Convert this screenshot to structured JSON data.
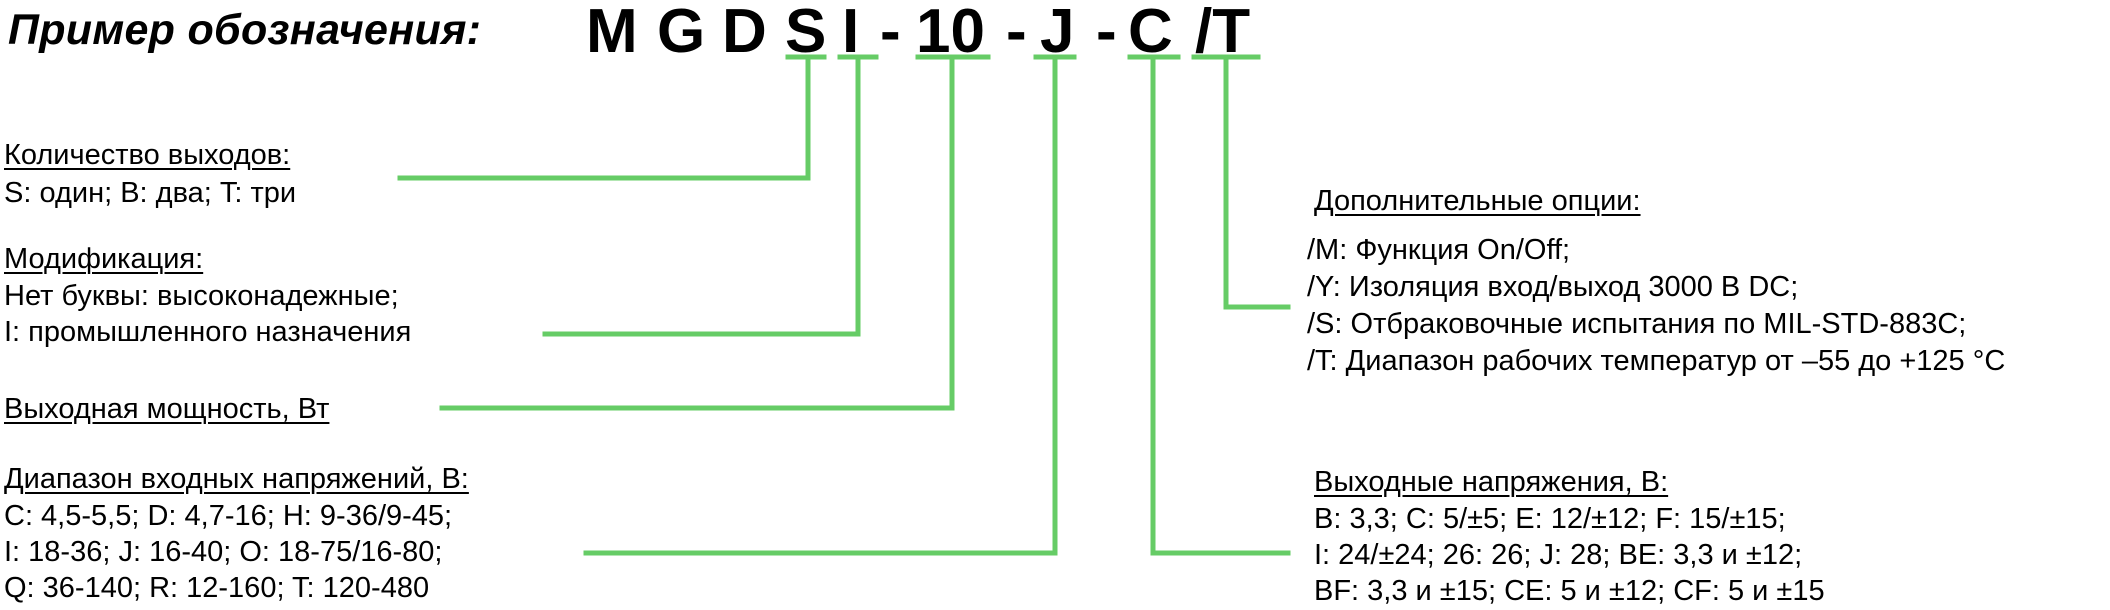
{
  "header": {
    "title": "Пример обозначения:",
    "code": [
      "M",
      "G",
      "D",
      "S",
      "I",
      "-",
      "10",
      "-",
      "J",
      "-",
      "C",
      "/T"
    ]
  },
  "colors": {
    "connector": "#66cc66",
    "text": "#000000"
  },
  "left": {
    "outputs": {
      "heading": "Количество выходов:",
      "lines": [
        "S: один; B: два; T: три"
      ]
    },
    "modification": {
      "heading": "Модификация:",
      "lines": [
        "Нет буквы: высоконадежные;",
        "I: промышленного назначения"
      ]
    },
    "power": {
      "heading": "Выходная мощность, Вт",
      "lines": []
    },
    "input_range": {
      "heading": "Диапазон входных напряжений, В:",
      "lines": [
        "C: 4,5-5,5; D: 4,7-16; H: 9-36/9-45;",
        "I: 18-36; J: 16-40; O: 18-75/16-80;",
        "Q: 36-140; R: 12-160;  T: 120-480"
      ]
    }
  },
  "right": {
    "options": {
      "heading": "Дополнительные опции:",
      "lines": [
        "/M: Функция On/Off;",
        "/Y: Изоляция вход/выход 3000 В DC;",
        "/S: Отбраковочные испытания по MIL-STD-883C;",
        "/T: Диапазон рабочих температур от –55 до +125 °C"
      ]
    },
    "output_voltage": {
      "heading": "Выходные напряжения, В:",
      "lines": [
        "B: 3,3; C: 5/±5; E: 12/±12; F: 15/±15;",
        "I: 24/±24; 26: 26; J: 28; BE: 3,3 и ±12;",
        "BF: 3,3 и ±15; CE: 5 и ±12; CF: 5 и ±15"
      ]
    }
  }
}
